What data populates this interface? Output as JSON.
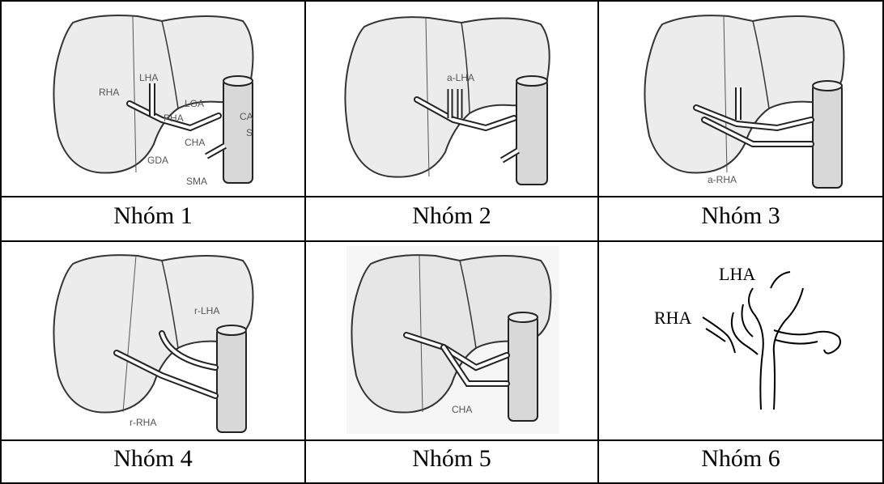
{
  "cells": [
    {
      "caption": "Nhóm 1",
      "labels": {
        "rha": "RHA",
        "lha": "LHA",
        "lga": "LGA",
        "pha": "PHA",
        "ca": "CA",
        "cha": "CHA",
        "gda": "GDA",
        "sma": "SMA",
        "s": "S"
      }
    },
    {
      "caption": "Nhóm 2",
      "labels": {
        "alha": "a-LHA"
      }
    },
    {
      "caption": "Nhóm 3",
      "labels": {
        "arha": "a-RHA"
      }
    },
    {
      "caption": "Nhóm 4",
      "labels": {
        "rlha": "r-LHA",
        "rrha": "r-RHA"
      }
    },
    {
      "caption": "Nhóm 5",
      "labels": {
        "cha": "CHA"
      }
    },
    {
      "caption": "Nhóm 6",
      "labels": {
        "lha": "LHA",
        "rha": "RHA"
      }
    }
  ]
}
